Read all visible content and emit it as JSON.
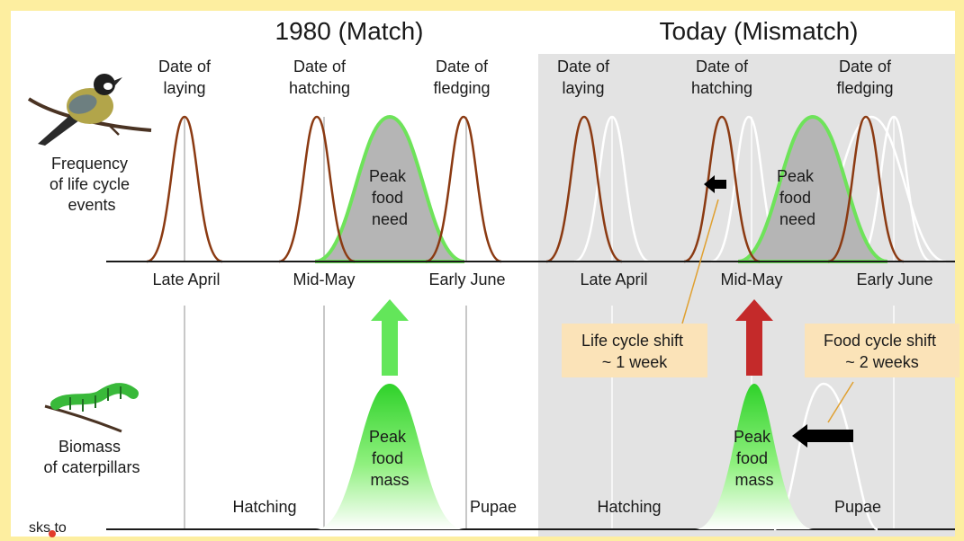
{
  "panels": {
    "left_title": "1980 (Match)",
    "right_title": "Today (Mismatch)"
  },
  "events": {
    "laying": [
      "Date of",
      "laying"
    ],
    "hatching": [
      "Date of",
      "hatching"
    ],
    "fledging": [
      "Date of",
      "fledging"
    ]
  },
  "side_labels": {
    "frequency": [
      "Frequency",
      "of life cycle",
      "events"
    ],
    "biomass": [
      "Biomass",
      "of caterpillars"
    ]
  },
  "dates": {
    "late_april": "Late April",
    "mid_may": "Mid-May",
    "early_june": "Early June"
  },
  "peak_food_need": [
    "Peak",
    "food",
    "need"
  ],
  "peak_food_mass": [
    "Peak",
    "food",
    "mass"
  ],
  "caterpillar_stages": {
    "hatching": "Hatching",
    "pupae": "Pupae"
  },
  "callouts": {
    "life_cycle_shift": [
      "Life cycle shift",
      "~ 1 week"
    ],
    "food_cycle_shift": [
      "Food cycle shift",
      "~ 2 weeks"
    ]
  },
  "credit": "sks.to",
  "colors": {
    "background_frame": "#fdeea0",
    "right_panel_shade": "#e3e3e3",
    "bird_curve": "#8b3a12",
    "food_need_curve": "#6ee35a",
    "food_need_fill": "#b5b5b5",
    "ghost_curve": "#ffffff",
    "match_arrow": "#63e65a",
    "mismatch_arrow": "#c42a2a",
    "callout_fill": "#fbe3b8",
    "callout_leader": "#e0a030",
    "shift_arrow": "#000000"
  }
}
